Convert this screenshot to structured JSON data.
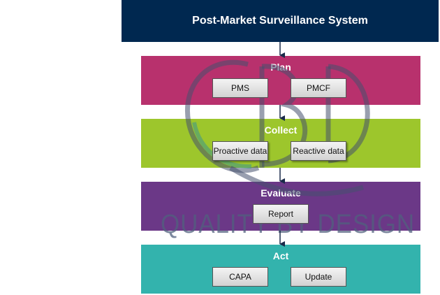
{
  "header": {
    "title": "Post-Market Surveillance System"
  },
  "watermark": {
    "text": "QUALITY BY DESIGN"
  },
  "stages": [
    {
      "title": "Plan",
      "color": "#b8316d",
      "items": [
        "PMS",
        "PMCF"
      ]
    },
    {
      "title": "Collect",
      "color": "#9dc62c",
      "items": [
        "Proactive data",
        "Reactive data"
      ]
    },
    {
      "title": "Evaluate",
      "color": "#6b3887",
      "items": [
        "Report"
      ]
    },
    {
      "title": "Act",
      "color": "#33b3ad",
      "items": [
        "CAPA",
        "Update"
      ]
    }
  ],
  "colors": {
    "header_bg": "#002850",
    "arrow": "#1a2a4a",
    "box_border": "#555555"
  }
}
